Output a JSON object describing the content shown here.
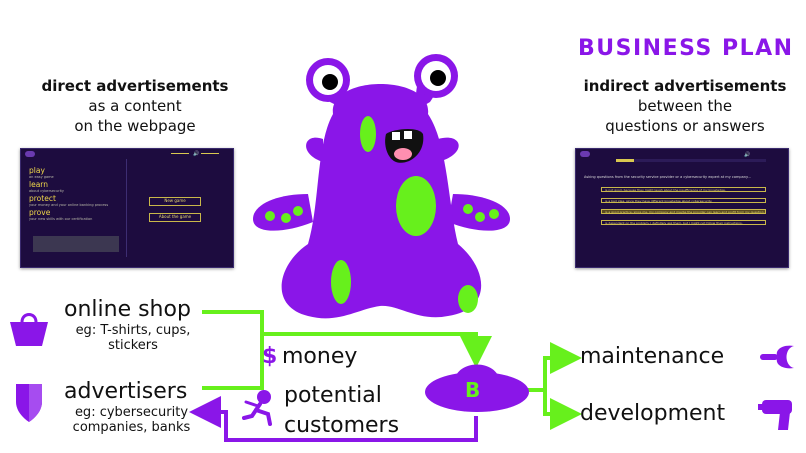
{
  "title": "BUSINESS PLAN",
  "direct": {
    "heading": "direct advertisements",
    "line1": "as a content",
    "line2": "on the webpage"
  },
  "indirect": {
    "heading": "indirect advertisements",
    "line1": "between the",
    "line2": "questions or answers"
  },
  "left_screenshot": {
    "menu": [
      {
        "big": "play",
        "small": "an easy game"
      },
      {
        "big": "learn",
        "small": "about cybersecurity"
      },
      {
        "big": "protect",
        "small": "your money and your online banking process"
      },
      {
        "big": "prove",
        "small": "your new skills with our certification"
      }
    ],
    "buttons": [
      "New game",
      "About the game"
    ]
  },
  "right_screenshot": {
    "question": "Asking questions from the security service provider or a cybersecurity expert at my company...",
    "answers": [
      "is not good, because they might laugh about the insufficience of my knowledge.",
      "is a bad idea, since they have different knowledge about cybersecurity.",
      "is a good practice, since me, my company and maybe the provider can learn and profit from my question.",
      "is dependent on the problem, I definitely ask them, but I might not follow their instructions."
    ]
  },
  "online_shop": {
    "title": "online shop",
    "sub1": "eg: T-shirts, cups,",
    "sub2": "stickers"
  },
  "advertisers": {
    "title": "advertisers",
    "sub1": "eg: cybersecurity",
    "sub2": "companies, banks"
  },
  "money": {
    "symbol": "$",
    "label": "money"
  },
  "potential": {
    "line1": "potential",
    "line2": "customers"
  },
  "ufo": {
    "letter": "B"
  },
  "maintenance": "maintenance",
  "development": "development",
  "colors": {
    "purple": "#8a16e8",
    "green": "#67f01c",
    "dark": "#1d0c3f",
    "gold": "#d9c850"
  },
  "icons": [
    "shopping-bag-icon",
    "shield-icon",
    "astronaut-icon",
    "ufo-icon",
    "wrench-icon",
    "drill-icon",
    "monster-illustration"
  ]
}
